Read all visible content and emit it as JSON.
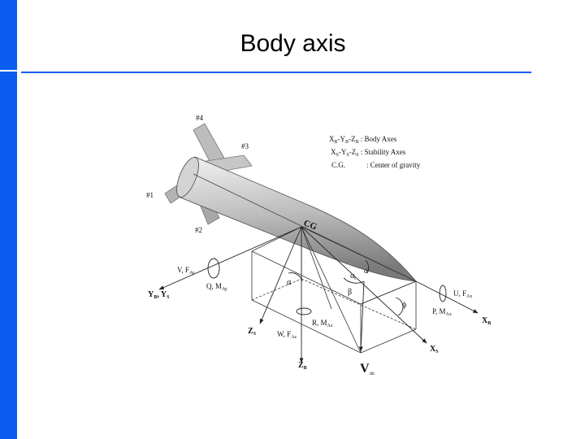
{
  "slide": {
    "title": "Body axis",
    "accent_color": "#0a5cf0"
  },
  "diagram": {
    "fins": [
      "#4",
      "#3",
      "#1",
      "#2"
    ],
    "cg_label": "CG",
    "legend": [
      {
        "sym1": "X",
        "s1": "B",
        "sym2": "Y",
        "s2": "B",
        "sym3": "Z",
        "s3": "B",
        "desc": " : Body Axes"
      },
      {
        "sym1": "X",
        "s1": "S",
        "sym2": "Y",
        "s2": "S",
        "sym3": "Z",
        "s3": "S",
        "desc": " : Stability Axes"
      }
    ],
    "cg_def": {
      "abbr": "C.G.",
      "desc": ": Center of gravity"
    },
    "left_axis": {
      "y": "Y",
      "ys": "B",
      "sep": ", ",
      "y2": "Y",
      "ys2": "S"
    },
    "force_v": {
      "main": "V, F",
      "sub": "Ay"
    },
    "moment_q": {
      "main": "Q, M",
      "sub": "Ay"
    },
    "moment_r": {
      "main": "R, M",
      "sub": "Az"
    },
    "force_w": {
      "main": "W, F",
      "sub": "Az"
    },
    "force_u": {
      "main": "U, F",
      "sub": "Ax"
    },
    "moment_p": {
      "main": "P, M",
      "sub": "Ax"
    },
    "zs": {
      "main": "Z",
      "sub": "S"
    },
    "zb": {
      "main": "Z",
      "sub": "B"
    },
    "xs": {
      "main": "X",
      "sub": "S"
    },
    "xb": {
      "main": "X",
      "sub": "B"
    },
    "alpha": "α",
    "alpha_t": {
      "main": "α",
      "sub": "t"
    },
    "beta": "β",
    "phi": "ϕ",
    "vinf": {
      "main": "V",
      "sub": "∞"
    }
  }
}
